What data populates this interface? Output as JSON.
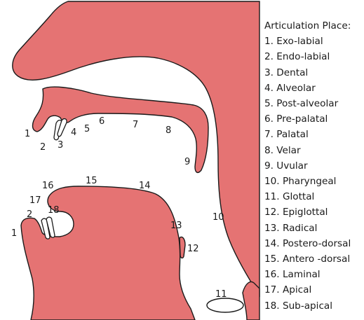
{
  "legend": {
    "title": "Articulation Place:",
    "items": [
      "1. Exo-labial",
      "2. Endo-labial",
      "3. Dental",
      "4. Alveolar",
      "5. Post-alveolar",
      "6. Pre-palatal",
      "7. Palatal",
      "8. Velar",
      "9. Uvular",
      "10. Pharyngeal",
      "11. Glottal",
      "12. Epiglottal",
      "13. Radical",
      "14. Postero-dorsal",
      "15. Antero -dorsal",
      "16. Laminal",
      "17. Apical",
      "18. Sub-apical"
    ]
  },
  "diagram": {
    "fill_color": "#e57373",
    "outline_color": "#1a1a1a",
    "labels": {
      "upper": {
        "l1": "1",
        "l2": "2",
        "l3": "3",
        "l4": "4",
        "l5": "5",
        "l6": "6",
        "l7": "7",
        "l8": "8",
        "l9": "9"
      },
      "lower": {
        "l1": "1",
        "l2": "2",
        "l10": "10",
        "l11": "11",
        "l12": "12",
        "l13": "13",
        "l14": "14",
        "l15": "15",
        "l16": "16",
        "l17": "17",
        "l18": "18"
      }
    }
  }
}
